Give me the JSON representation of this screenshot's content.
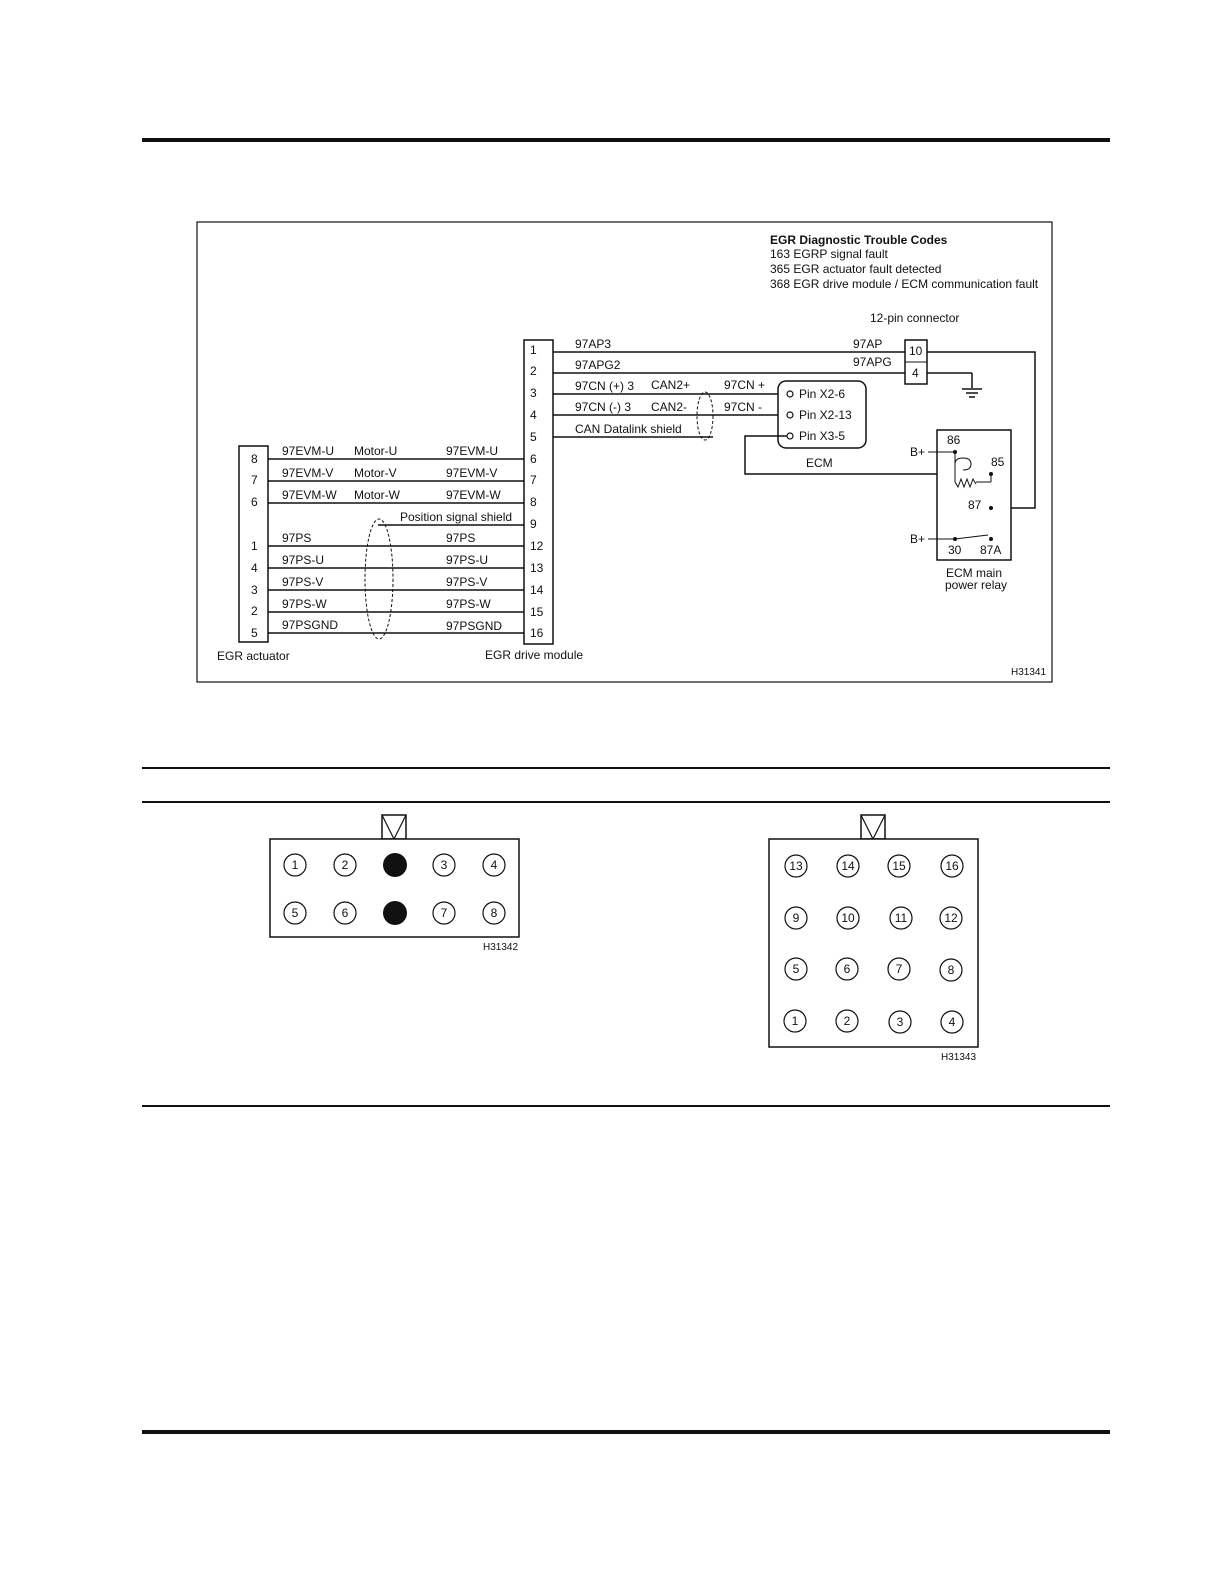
{
  "dtc": {
    "title": "EGR Diagnostic Trouble Codes",
    "lines": [
      "163 EGRP signal fault",
      "365 EGR actuator fault detected",
      "368 EGR drive module / ECM communication fault"
    ]
  },
  "labels": {
    "connector12": "12-pin connector",
    "ecm": "ECM",
    "relay_line1": "ECM main",
    "relay_line2": "power relay",
    "egr_actuator": "EGR actuator",
    "egr_drive_module": "EGR drive module",
    "figure_id_main": "H31341",
    "figure_id_conn1": "H31342",
    "figure_id_conn2": "H31343",
    "bplus_top": "B+",
    "bplus_bottom": "B+",
    "ground_label": ""
  },
  "module_pins": [
    "1",
    "2",
    "3",
    "4",
    "5",
    "6",
    "7",
    "8",
    "9",
    "12",
    "13",
    "14",
    "15",
    "16"
  ],
  "actuator_pins": [
    "8",
    "7",
    "6",
    "1",
    "4",
    "3",
    "2",
    "5"
  ],
  "connector12_pins": [
    "10",
    "4"
  ],
  "ecm_pins": [
    "Pin X2-6",
    "Pin X2-13",
    "Pin X3-5"
  ],
  "relay_pins": [
    "86",
    "85",
    "87",
    "30",
    "87A"
  ],
  "upper_wires": [
    {
      "left": "97AP3",
      "mid": "",
      "right": "97AP"
    },
    {
      "left": "97APG2",
      "mid": "",
      "right": "97APG"
    },
    {
      "left": "97CN (+) 3",
      "mid": "CAN2+",
      "right": "97CN +"
    },
    {
      "left": "97CN (-) 3",
      "mid": "CAN2-",
      "right": "97CN -"
    },
    {
      "left": "CAN Datalink shield",
      "mid": "",
      "right": ""
    }
  ],
  "lower_wires": [
    {
      "left": "97EVM-U",
      "mid": "Motor-U",
      "right": "97EVM-U"
    },
    {
      "left": "97EVM-V",
      "mid": "Motor-V",
      "right": "97EVM-V"
    },
    {
      "left": "97EVM-W",
      "mid": "Motor-W",
      "right": "97EVM-W"
    },
    {
      "left": "",
      "mid": "",
      "right": "Position signal shield"
    },
    {
      "left": "97PS",
      "mid": "",
      "right": "97PS"
    },
    {
      "left": "97PS-U",
      "mid": "",
      "right": "97PS-U"
    },
    {
      "left": "97PS-V",
      "mid": "",
      "right": "97PS-V"
    },
    {
      "left": "97PS-W",
      "mid": "",
      "right": "97PS-W"
    },
    {
      "left": "97PSGND",
      "mid": "",
      "right": "97PSGND"
    }
  ],
  "connector8": {
    "row1": [
      "1",
      "2",
      "",
      "3",
      "4"
    ],
    "row2": [
      "5",
      "6",
      "",
      "7",
      "8"
    ]
  },
  "connector16": {
    "rows": [
      [
        "13",
        "14",
        "15",
        "16"
      ],
      [
        "9",
        "10",
        "11",
        "12"
      ],
      [
        "5",
        "6",
        "7",
        "8"
      ],
      [
        "1",
        "2",
        "3",
        "4"
      ]
    ]
  }
}
